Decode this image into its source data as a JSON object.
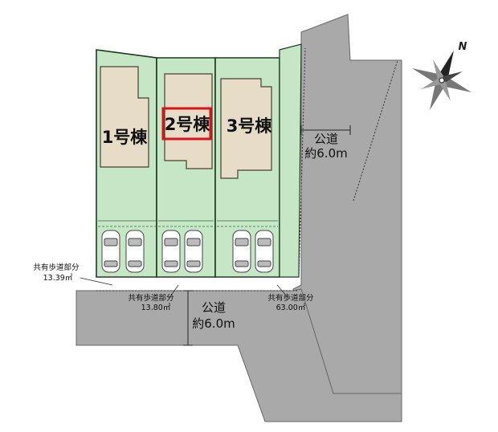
{
  "lots": [
    {
      "label": "1号棟",
      "highlighted": false
    },
    {
      "label": "2号棟",
      "highlighted": true
    },
    {
      "label": "3号棟",
      "highlighted": false
    }
  ],
  "roads": {
    "east": {
      "name": "公道",
      "width": "約6.0m"
    },
    "south": {
      "name": "公道",
      "width": "約6.0m"
    }
  },
  "shared_walkways": [
    {
      "name": "共有歩道部分",
      "area": "13.39㎡"
    },
    {
      "name": "共有歩道部分",
      "area": "13.80㎡"
    },
    {
      "name": "共有歩道部分",
      "area": "63.00㎡"
    }
  ],
  "compass": {
    "north_label": "N"
  },
  "colors": {
    "lot_fill": "#c5e7c6",
    "lot_border": "#1e3a1e",
    "house_fill": "#e6dcc8",
    "road_fill": "#a9a9a9",
    "highlight": "#e0101a"
  }
}
